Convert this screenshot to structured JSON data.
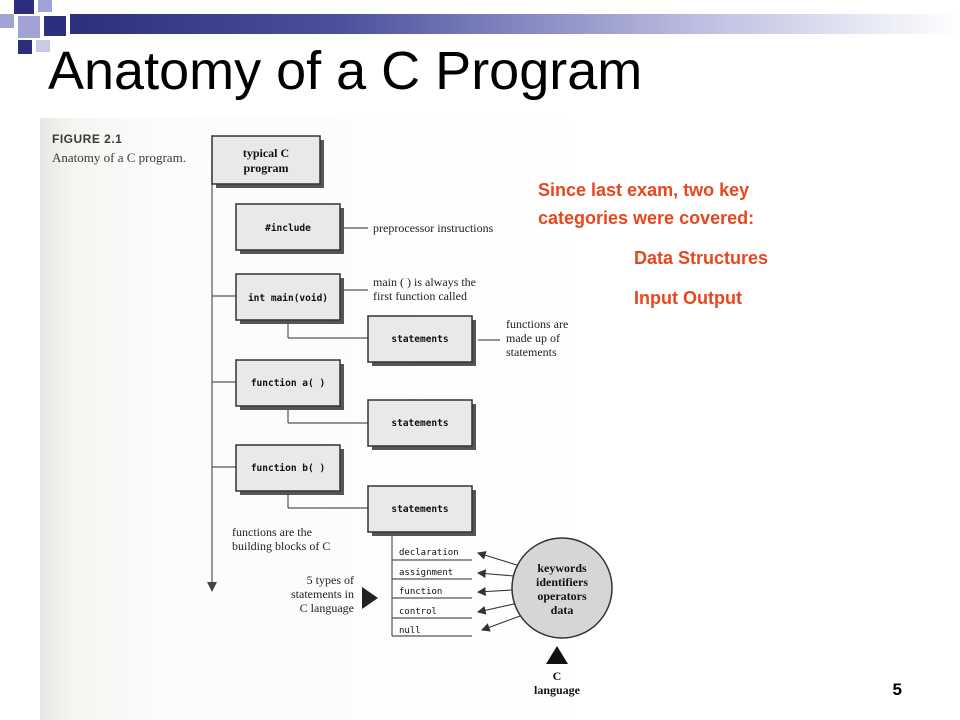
{
  "slide": {
    "title": "Anatomy of a C Program",
    "page_number": "5"
  },
  "figure": {
    "label": "FIGURE 2.1",
    "caption": "Anatomy of a C program.",
    "boxes": {
      "top": [
        "typical C",
        "program"
      ],
      "include": "#include",
      "main": "int main(void)",
      "statements_main": "statements",
      "func_a": "function a( )",
      "statements_a": "statements",
      "func_b": "function b( )",
      "statements_b": "statements"
    },
    "notes": {
      "preprocessor": "preprocessor instructions",
      "main_first": [
        "main ( ) is always the",
        "first function called"
      ],
      "functions_made": [
        "functions are",
        "made up of",
        "statements"
      ],
      "building_blocks": [
        "functions are the",
        "building blocks of C"
      ],
      "five_types": [
        "5 types of",
        "statements in",
        "C language"
      ]
    },
    "statement_types": [
      "declaration",
      "assignment",
      "function",
      "control",
      "null"
    ],
    "circle_items": [
      "keywords",
      "identifiers",
      "operators",
      "data"
    ],
    "c_language": [
      "C",
      "language"
    ]
  },
  "notes": {
    "intro": [
      "Since last exam, two key",
      "categories were covered:"
    ],
    "categories": [
      "Data Structures",
      "Input Output"
    ]
  },
  "colors": {
    "accent": "#e8461e",
    "deco_dark": "#2c2f80",
    "deco_light": "#9fa3d6"
  }
}
